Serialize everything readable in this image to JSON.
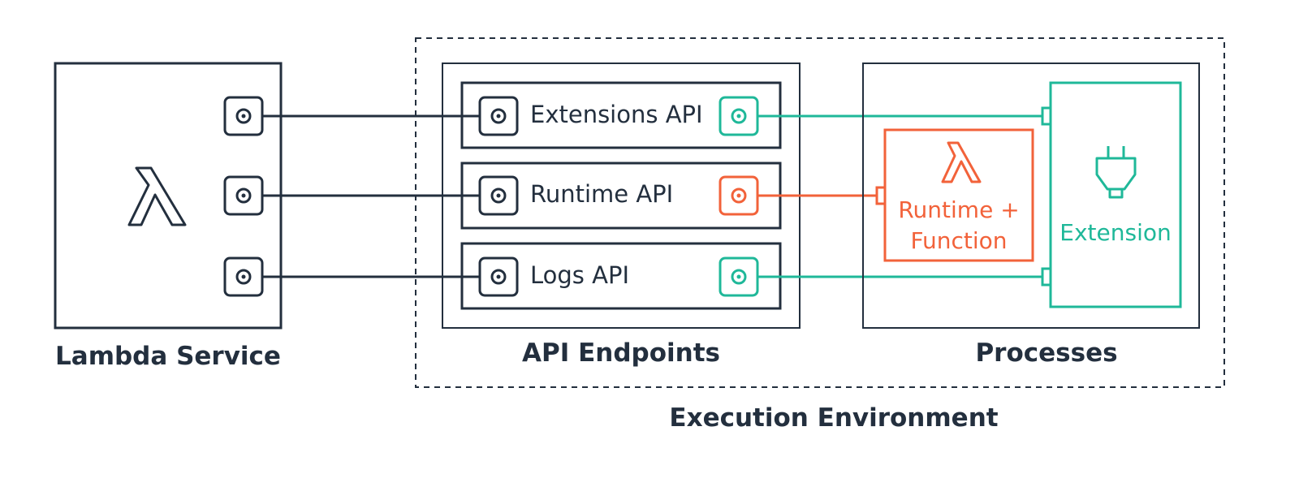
{
  "lambda_service": {
    "title": "Lambda Service",
    "icon": "lambda-icon"
  },
  "api_endpoints": {
    "title": "API Endpoints",
    "items": [
      {
        "label": "Extensions API",
        "port_color": "#1fb899"
      },
      {
        "label": "Runtime API",
        "port_color": "#f2623a"
      },
      {
        "label": "Logs API",
        "port_color": "#1fb899"
      }
    ]
  },
  "processes": {
    "title": "Processes",
    "runtime": {
      "label": "Runtime +\nFunction",
      "icon": "lambda-icon",
      "color": "#f2623a"
    },
    "extension": {
      "label": "Extension",
      "icon": "plug-icon",
      "color": "#1fb899"
    }
  },
  "execution_environment": {
    "title": "Execution Environment"
  },
  "colors": {
    "dark": "#232f3e",
    "orange": "#f2623a",
    "teal": "#1fb899"
  }
}
